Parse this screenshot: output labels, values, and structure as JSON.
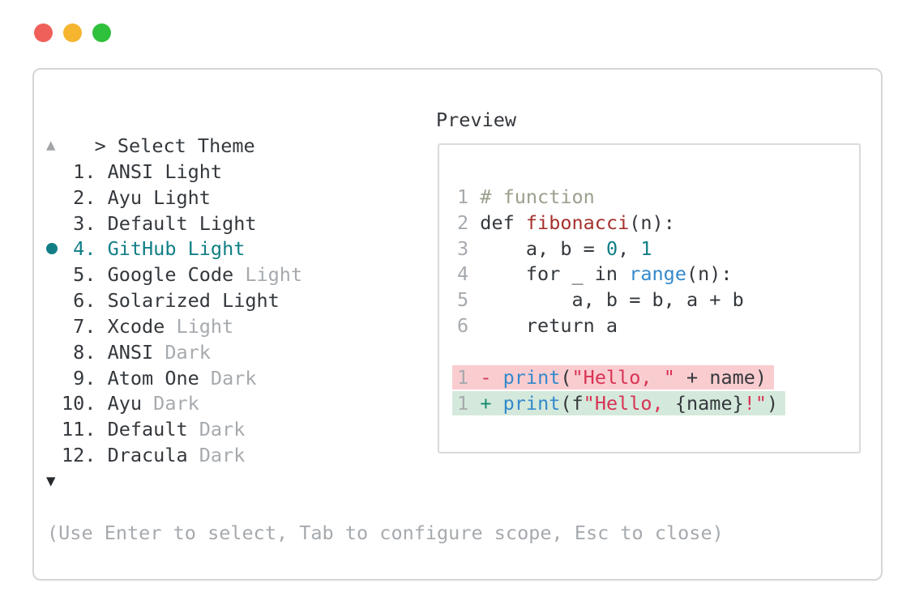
{
  "window": {
    "controls": [
      {
        "name": "close",
        "color": "#f0605a"
      },
      {
        "name": "minimize",
        "color": "#f5b52f"
      },
      {
        "name": "zoom",
        "color": "#2fc03c"
      }
    ]
  },
  "colors": {
    "ink": "#34383c",
    "muted": "#a6aaae",
    "teal": "#117e86",
    "comment": "#9aa08d",
    "func": "#a5322d",
    "blue": "#3489cb",
    "crimson": "#d93355",
    "add-green": "#178a6f",
    "del-bg": "#f9cdd0",
    "add-bg": "#d4e9db"
  },
  "prompt": {
    "caret": ">",
    "title": "Select Theme"
  },
  "list": {
    "up_arrow": "▲",
    "down_arrow": "▼",
    "selected_index": 3,
    "items": [
      {
        "num": "1.",
        "name": "ANSI",
        "variant": "Light",
        "variant_muted": false,
        "selected": false
      },
      {
        "num": "2.",
        "name": "Ayu",
        "variant": "Light",
        "variant_muted": false,
        "selected": false
      },
      {
        "num": "3.",
        "name": "Default",
        "variant": "Light",
        "variant_muted": false,
        "selected": false
      },
      {
        "num": "4.",
        "name": "GitHub",
        "variant": "Light",
        "variant_muted": false,
        "selected": true
      },
      {
        "num": "5.",
        "name": "Google Code",
        "variant": "Light",
        "variant_muted": true,
        "selected": false
      },
      {
        "num": "6.",
        "name": "Solarized",
        "variant": "Light",
        "variant_muted": false,
        "selected": false
      },
      {
        "num": "7.",
        "name": "Xcode",
        "variant": "Light",
        "variant_muted": true,
        "selected": false
      },
      {
        "num": "8.",
        "name": "ANSI",
        "variant": "Dark",
        "variant_muted": true,
        "selected": false
      },
      {
        "num": "9.",
        "name": "Atom One",
        "variant": "Dark",
        "variant_muted": true,
        "selected": false
      },
      {
        "num": "10.",
        "name": "Ayu",
        "variant": "Dark",
        "variant_muted": true,
        "selected": false
      },
      {
        "num": "11.",
        "name": "Default",
        "variant": "Dark",
        "variant_muted": true,
        "selected": false
      },
      {
        "num": "12.",
        "name": "Dracula",
        "variant": "Dark",
        "variant_muted": true,
        "selected": false
      }
    ]
  },
  "preview": {
    "label": "Preview",
    "lines": [
      {
        "bg": "",
        "segments": [
          [
            "1",
            "muted"
          ],
          [
            " # function",
            "comment"
          ]
        ]
      },
      {
        "bg": "",
        "segments": [
          [
            "2",
            "muted"
          ],
          [
            " def ",
            "ink"
          ],
          [
            "fibonacci",
            "func"
          ],
          [
            "(n):",
            "ink"
          ]
        ]
      },
      {
        "bg": "",
        "segments": [
          [
            "3",
            "muted"
          ],
          [
            "     a, b = ",
            "ink"
          ],
          [
            "0",
            "num"
          ],
          [
            ", ",
            "ink"
          ],
          [
            "1",
            "num"
          ]
        ]
      },
      {
        "bg": "",
        "segments": [
          [
            "4",
            "muted"
          ],
          [
            "     for _ in ",
            "ink"
          ],
          [
            "range",
            "blue"
          ],
          [
            "(n):",
            "ink"
          ]
        ]
      },
      {
        "bg": "",
        "segments": [
          [
            "5",
            "muted"
          ],
          [
            "         a, b = b, a + b",
            "ink"
          ]
        ]
      },
      {
        "bg": "",
        "segments": [
          [
            "6",
            "muted"
          ],
          [
            "     return a",
            "ink"
          ]
        ]
      },
      {
        "bg": "",
        "segments": []
      },
      {
        "bg": "del",
        "segments": [
          [
            "1",
            "muted"
          ],
          [
            " ",
            "ink"
          ],
          [
            "-",
            "del"
          ],
          [
            " ",
            "ink"
          ],
          [
            "print",
            "blue"
          ],
          [
            "(",
            "ink"
          ],
          [
            "\"Hello, \"",
            "str"
          ],
          [
            " + name)",
            "ink"
          ]
        ]
      },
      {
        "bg": "add",
        "segments": [
          [
            "1",
            "muted"
          ],
          [
            " ",
            "ink"
          ],
          [
            "+",
            "add"
          ],
          [
            " ",
            "ink"
          ],
          [
            "print",
            "blue"
          ],
          [
            "(f",
            "ink"
          ],
          [
            "\"Hello, ",
            "str"
          ],
          [
            "{name}",
            "ink"
          ],
          [
            "!\"",
            "str"
          ],
          [
            ")",
            "ink"
          ]
        ]
      }
    ]
  },
  "footer": {
    "hint": "(Use Enter to select, Tab to configure scope, Esc to close)"
  }
}
